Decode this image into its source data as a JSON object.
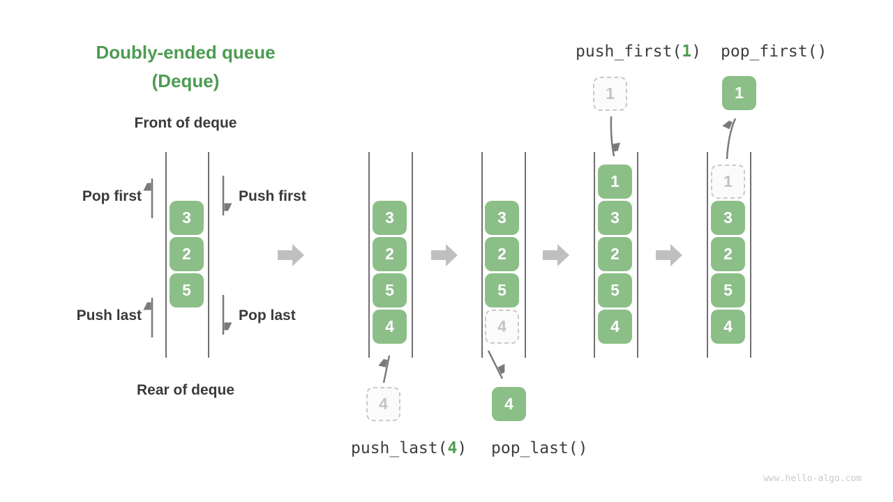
{
  "title": {
    "line1": "Doubly-ended queue",
    "line2": "(Deque)"
  },
  "labels": {
    "front": "Front of deque",
    "rear": "Rear of deque",
    "pop_first": "Pop first",
    "push_first": "Push first",
    "push_last": "Push last",
    "pop_last": "Pop last"
  },
  "operations": {
    "push_last_pre": "push_last(",
    "push_last_arg": "4",
    "push_last_post": ")",
    "pop_last": "pop_last()",
    "push_first_pre": "push_first(",
    "push_first_arg": "1",
    "push_first_post": ")",
    "pop_first": "pop_first()"
  },
  "queues": {
    "initial": [
      "3",
      "2",
      "5"
    ],
    "after_push_last": [
      "3",
      "2",
      "5",
      "4"
    ],
    "during_pop_last": [
      "3",
      "2",
      "5",
      "4"
    ],
    "after_push_first": [
      "1",
      "3",
      "2",
      "5",
      "4"
    ],
    "during_pop_first": [
      "1",
      "3",
      "2",
      "5",
      "4"
    ]
  },
  "floating": {
    "push_last_incoming": "4",
    "pop_last_outgoing": "4",
    "push_first_incoming": "1",
    "pop_first_outgoing": "1"
  },
  "watermark": "www.hello-algo.com",
  "colors": {
    "accent_green": "#4D9B52",
    "cell_green": "#8CBE88",
    "ghost_gray": "#C9C9C9",
    "thin_arrow_gray": "#7A7A7A",
    "flow_arrow_gray": "#BFBFBF",
    "text_dark": "#3A3A3A"
  }
}
